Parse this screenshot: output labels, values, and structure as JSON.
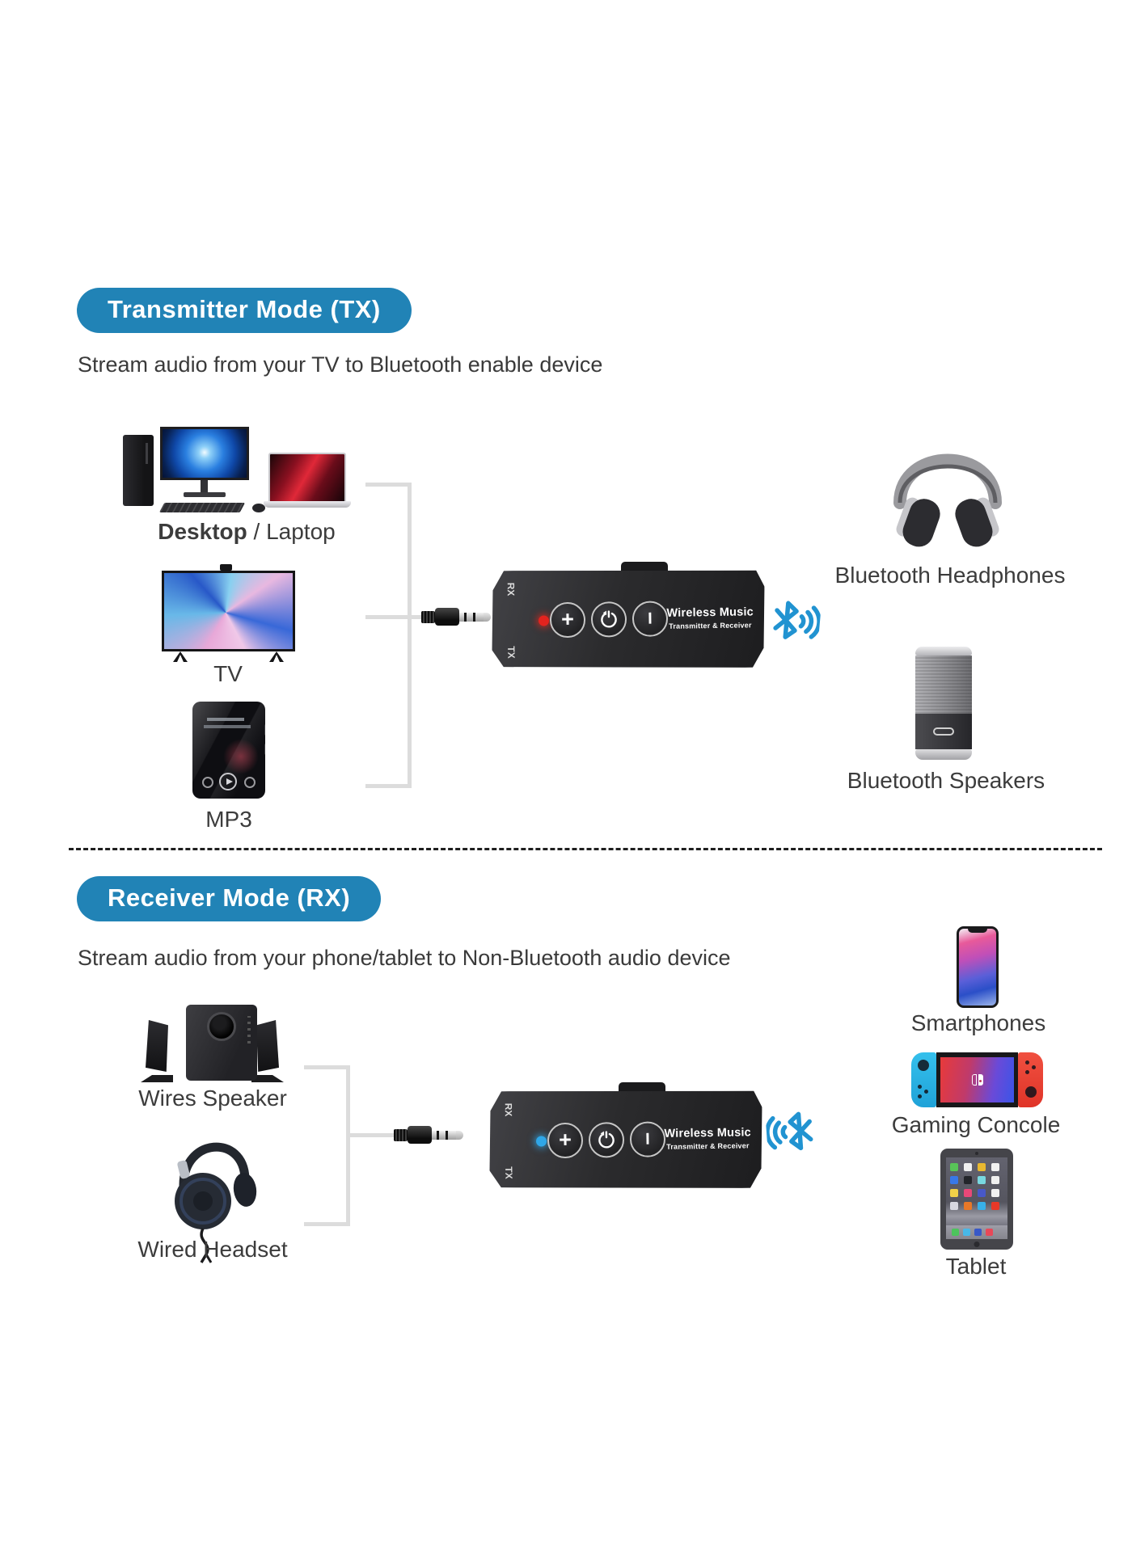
{
  "tx": {
    "badge": "Transmitter Mode (TX)",
    "subtitle": "Stream audio from your TV to Bluetooth enable device",
    "labels": {
      "desktop_bold": "Desktop",
      "desktop_rest": " / Laptop",
      "tv": "TV",
      "mp3": "MP3",
      "headphones": "Bluetooth Headphones",
      "speakers": "Bluetooth Speakers"
    }
  },
  "rx": {
    "badge": "Receiver Mode (RX)",
    "subtitle": "Stream audio from your phone/tablet to Non-Bluetooth audio device",
    "labels": {
      "wires_speaker": "Wires Speaker",
      "wired_headset": "Wired Headset",
      "smartphones": "Smartphones",
      "gaming_console": "Gaming Concole",
      "tablet": "Tablet"
    }
  },
  "device": {
    "title": "Wireless Music",
    "subtitle": "Transmitter & Receiver",
    "rx_port": "RX",
    "tx_port": "TX",
    "volume_button": "+",
    "play_button": "I",
    "led_tx_color": "#e3231e",
    "led_rx_color": "#2fa7e8"
  },
  "icons": {
    "bluetooth_tx": "bluetooth-with-waves-right",
    "bluetooth_rx": "bluetooth-with-waves-left",
    "mode_button": "power-cycle-arrow",
    "bluetooth_color": "#2193d1"
  },
  "colors": {
    "badge_blue": "#2183b6",
    "label_text": "#3c3c3c",
    "connector_gray": "#dcdcdc",
    "background": "#ffffff"
  }
}
